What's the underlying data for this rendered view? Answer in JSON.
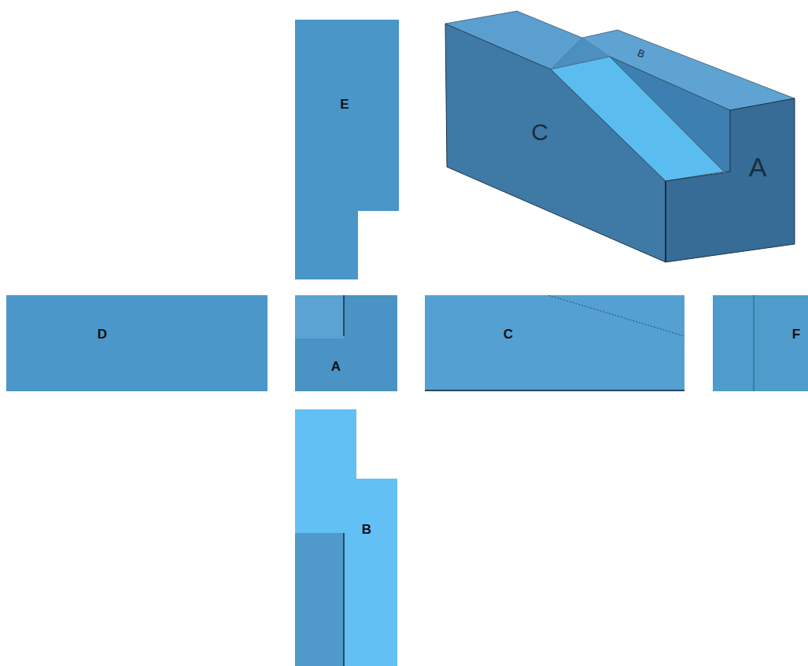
{
  "diagram": {
    "nodes": [
      {
        "text": [
          "E"
        ]
      },
      {
        "text": [
          "D"
        ]
      },
      {
        "text": [
          "A"
        ]
      },
      {
        "text": [
          "C"
        ]
      },
      {
        "text": [
          "F"
        ]
      },
      {
        "text": [
          "B"
        ]
      }
    ],
    "labels": [
      "C",
      "B",
      "A"
    ]
  }
}
